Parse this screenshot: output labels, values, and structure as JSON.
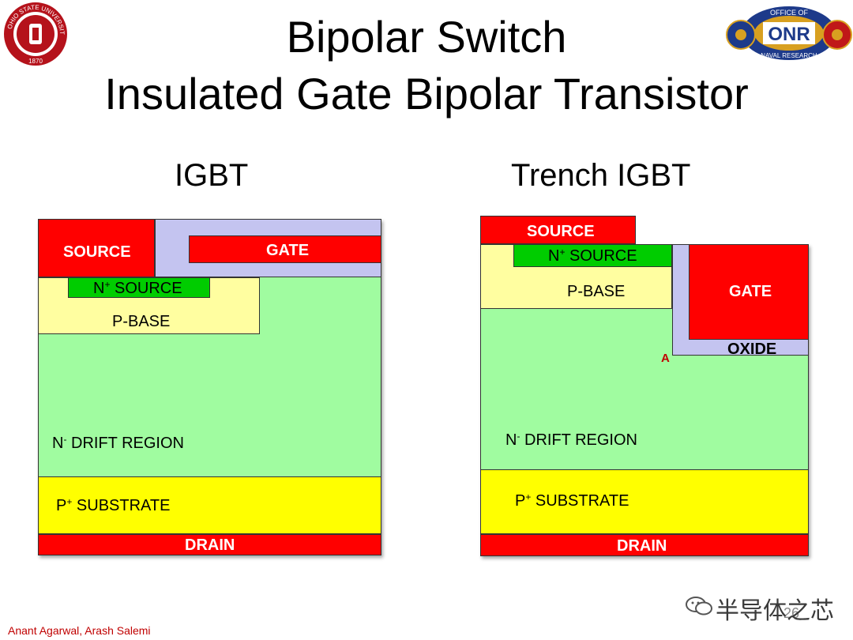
{
  "title_line1": "Bipolar Switch",
  "title_line2": "Insulated Gate Bipolar Transistor",
  "igbt": {
    "heading": "IGBT",
    "source": "SOURCE",
    "gate": "GATE",
    "n_source_prefix": "N",
    "n_source_sup": "+",
    "n_source_text": " SOURCE",
    "p_base": "P-BASE",
    "drift_prefix": "N",
    "drift_sup": "-",
    "drift_text": " DRIFT REGION",
    "substrate_prefix": "P",
    "substrate_sup": "+",
    "substrate_text": " SUBSTRATE",
    "drain": "DRAIN"
  },
  "trench": {
    "heading": "Trench IGBT",
    "source": "SOURCE",
    "n_source_prefix": "N",
    "n_source_sup": "+",
    "n_source_text": " SOURCE",
    "p_base": "P-BASE",
    "gate": "GATE",
    "oxide": "OXIDE",
    "point_a": "A",
    "drift_prefix": "N",
    "drift_sup": "-",
    "drift_text": " DRIFT REGION",
    "substrate_prefix": "P",
    "substrate_sup": "+",
    "substrate_text": " SUBSTRATE",
    "drain": "DRAIN"
  },
  "footer": "Anant Agarwal, Arash Salemi",
  "page_number": "26",
  "watermark": "半导体之芯",
  "logos": {
    "left": "OHIO STATE UNIVERSITY 1870",
    "right_top": "OFFICE OF",
    "right_center": "ONR",
    "right_bottom": "NAVAL RESEARCH"
  },
  "colors": {
    "source_gate_drain": "#ff0000",
    "drift": "#a0fca0",
    "n_source": "#00cc00",
    "p_base": "#fffea0",
    "substrate": "#ffff00",
    "oxide": "#c4c4f0"
  }
}
